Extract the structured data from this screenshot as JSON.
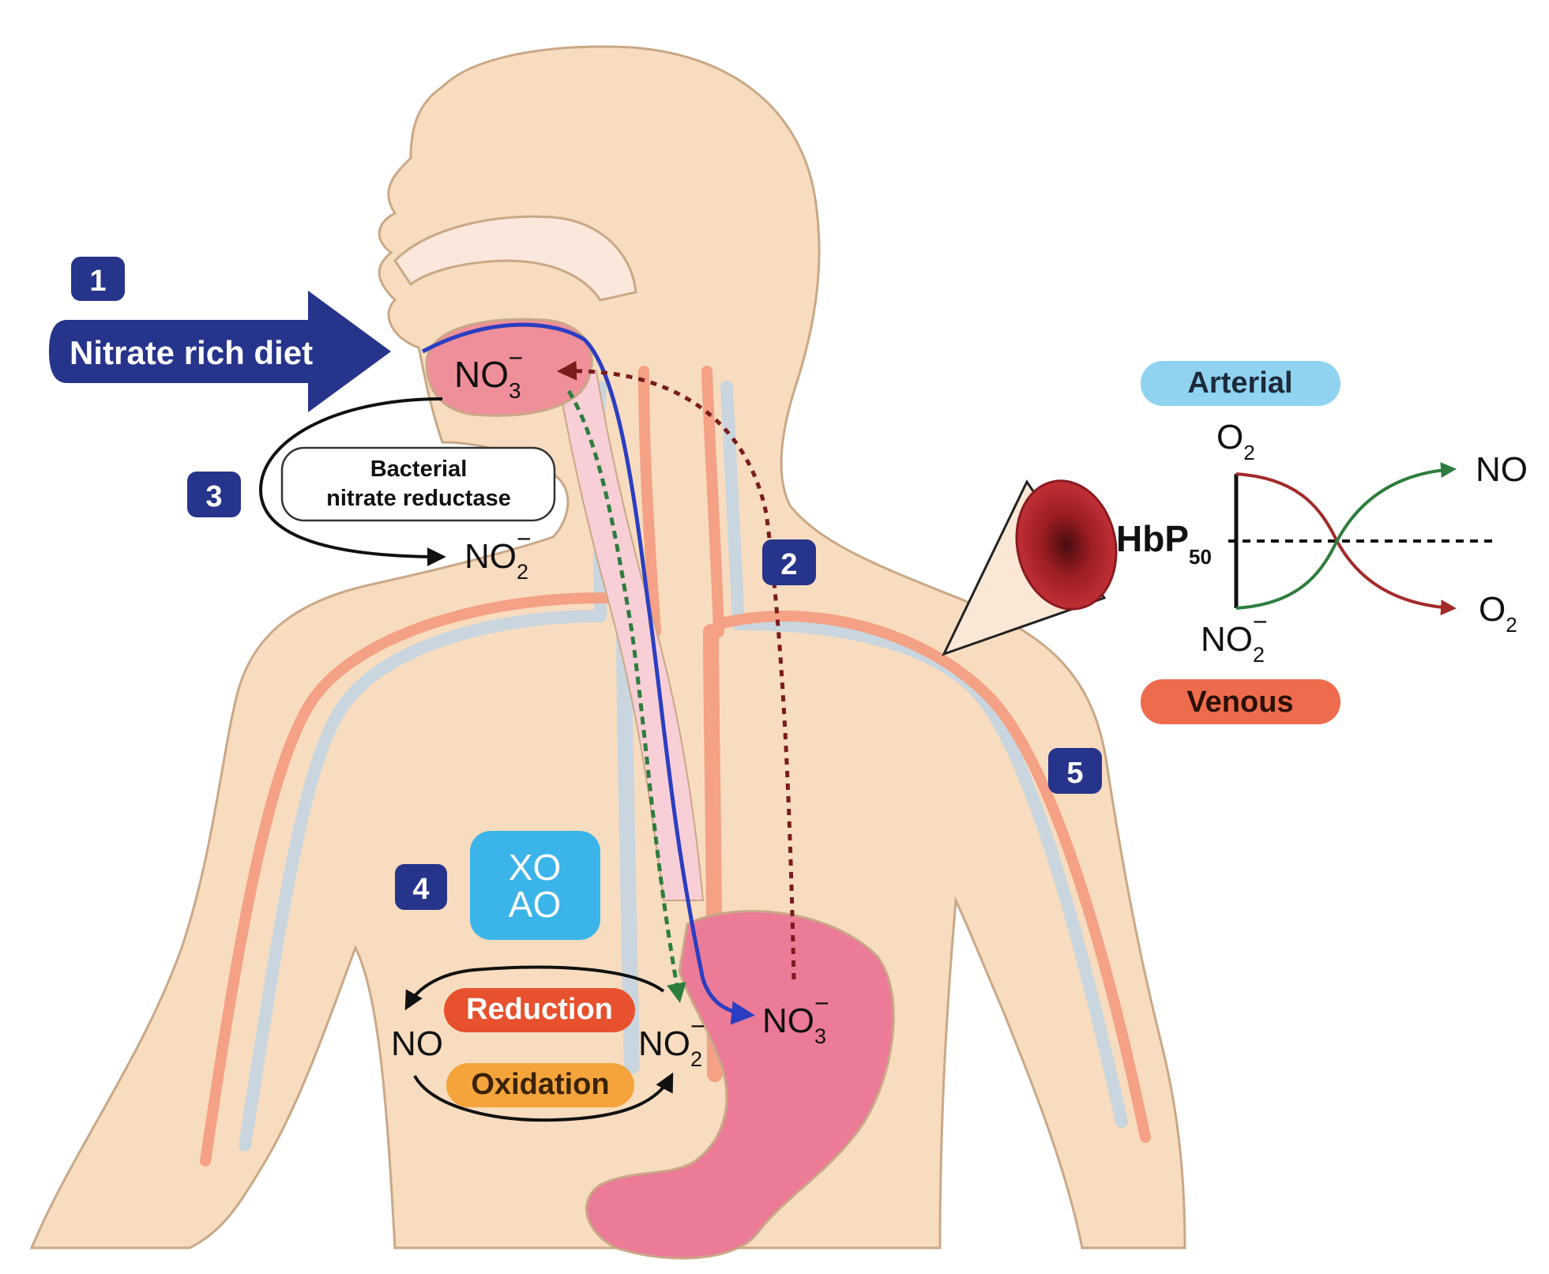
{
  "step_badges": {
    "step1": "1",
    "step2": "2",
    "step3": "3",
    "step4": "4",
    "step5": "5"
  },
  "diet_arrow": {
    "label": "Nitrate rich diet"
  },
  "mouth": {
    "nitrate_base": "NO",
    "nitrate_sub": "3",
    "nitrate_charge": "−"
  },
  "bacteria": {
    "line1": "Bacterial",
    "line2": "nitrate reductase"
  },
  "mouth_nitrite": {
    "base": "NO",
    "sub": "2",
    "charge": "−"
  },
  "enzymes": {
    "line1": "XO",
    "line2": "AO"
  },
  "redox": {
    "reduction_label": "Reduction",
    "oxidation_label": "Oxidation",
    "no_label": "NO",
    "nitrite_base": "NO",
    "nitrite_sub": "2",
    "nitrite_charge": "−"
  },
  "stomach": {
    "nitrate_base": "NO",
    "nitrate_sub": "3",
    "nitrate_charge": "−"
  },
  "hemoglobin": {
    "arterial_label": "Arterial",
    "venous_label": "Venous",
    "o2_in_base": "O",
    "o2_in_sub": "2",
    "nitrite_base": "NO",
    "nitrite_sub": "2",
    "nitrite_charge": "−",
    "hb_base": "HbP",
    "hb_sub": "50",
    "out_no": "NO",
    "out_o2_base": "O",
    "out_o2_sub": "2"
  },
  "colors": {
    "skin": "#f8dcbf",
    "skin_outline": "#c9a887",
    "stomach": "#ec7b97",
    "mouth": "#ef8f9a",
    "artery": "#f4a185",
    "vein": "#c9d6df",
    "badge": "#27348b",
    "diet_arrow": "#27348b",
    "enzyme_box": "#3bb4ea",
    "reduction": "#e8512d",
    "oxidation": "#f4a43a",
    "arterial": "#8fd3f1",
    "venous": "#ee6c4d",
    "green_arrow": "#2e7d3e",
    "red_arrow": "#a32a2a",
    "blue_arrow": "#2b3ec1",
    "rbc": "#b3232a"
  }
}
